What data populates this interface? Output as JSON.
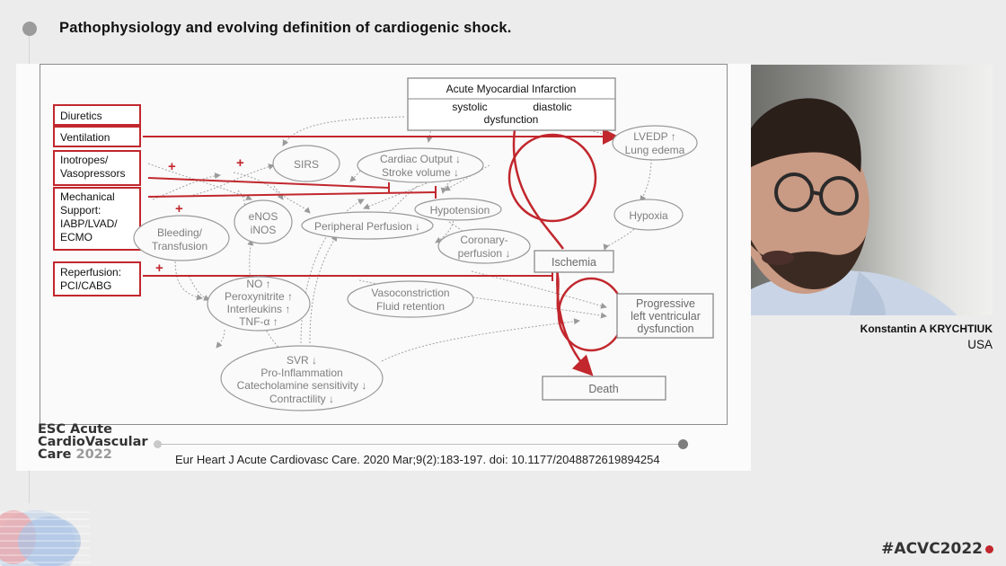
{
  "slide": {
    "title": "Pathophysiology and evolving definition of cardiogenic shock.",
    "citation": "Eur Heart J Acute Cardiovasc Care. 2020 Mar;9(2):183-197. doi: 10.1177/2048872619894254"
  },
  "conference": {
    "line1": "ESC Acute",
    "line2": "CardioVascular",
    "line3": "Care",
    "year": "2022"
  },
  "speaker": {
    "name": "Konstantin A KRYCHTIUK",
    "country": "USA"
  },
  "hashtag": "#ACVC2022",
  "colors": {
    "accent_red": "#c1272d",
    "diagram_gray": "#8a8a8a",
    "background": "#ececec"
  },
  "diagram": {
    "interventions": {
      "diuretics": "Diuretics",
      "ventilation": "Ventilation",
      "inotropes": [
        "Inotropes/",
        "Vasopressors"
      ],
      "mechanical": [
        "Mechanical",
        "Support:",
        "IABP/LVAD/",
        "ECMO"
      ],
      "reperfusion": [
        "Reperfusion:",
        "PCI/CABG"
      ],
      "plus_sign": "+"
    },
    "nodes": {
      "ami_title": "Acute Myocardial Infarction",
      "ami_systolic": "systolic",
      "ami_diastolic": "diastolic",
      "ami_dysfunction": "dysfunction",
      "lvedp": [
        "LVEDP ↑",
        "Lung edema"
      ],
      "sirs": "SIRS",
      "cardiac_output": [
        "Cardiac Output ↓",
        "Stroke volume ↓"
      ],
      "hypotension": "Hypotension",
      "hypoxia": "Hypoxia",
      "enos": [
        "eNOS",
        "iNOS"
      ],
      "bleeding": [
        "Bleeding/",
        "Transfusion"
      ],
      "peripheral_perfusion": "Peripheral Perfusion ↓",
      "coronary_perfusion": [
        "Coronary-",
        "perfusion ↓"
      ],
      "ischemia": "Ischemia",
      "no_group": [
        "NO ↑",
        "Peroxynitrite ↑",
        "Interleukins ↑",
        "TNF-α ↑"
      ],
      "vasoconstriction": [
        "Vasoconstriction",
        "Fluid retention"
      ],
      "progressive": [
        "Progressive",
        "left ventricular",
        "dysfunction"
      ],
      "svr_group": [
        "SVR ↓",
        "Pro-Inflammation",
        "Catecholamine sensitivity ↓",
        "Contractility ↓"
      ],
      "death": "Death"
    }
  }
}
